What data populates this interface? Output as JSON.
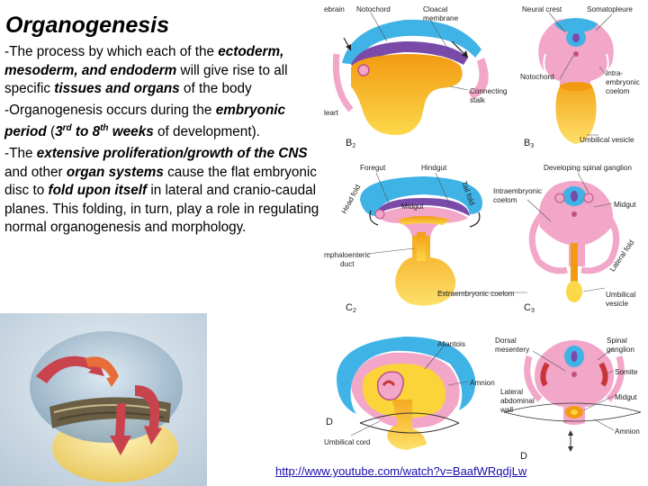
{
  "slide": {
    "title": "Organogenesis",
    "paragraphs": [
      {
        "segments": [
          {
            "t": "-The process by which each of the ",
            "s": ""
          },
          {
            "t": "ectoderm, mesoderm, and endoderm",
            "s": "em"
          },
          {
            "t": " will give rise to all specific ",
            "s": ""
          },
          {
            "t": "tissues and organs",
            "s": "em"
          },
          {
            "t": " of the body",
            "s": ""
          }
        ]
      },
      {
        "segments": [
          {
            "t": "-Organogenesis occurs during the ",
            "s": ""
          },
          {
            "t": "embryonic period",
            "s": "em"
          },
          {
            "t": " (",
            "s": ""
          },
          {
            "t": "3",
            "s": "em"
          },
          {
            "t": "rd",
            "s": "em-sup"
          },
          {
            "t": " to 8",
            "s": "em"
          },
          {
            "t": "th",
            "s": "em-sup"
          },
          {
            "t": " weeks",
            "s": "em"
          },
          {
            "t": " of development).",
            "s": ""
          }
        ]
      },
      {
        "segments": [
          {
            "t": "-The ",
            "s": ""
          },
          {
            "t": "extensive proliferation/growth of the CNS",
            "s": "em"
          },
          {
            "t": " and other ",
            "s": ""
          },
          {
            "t": "organ systems",
            "s": "em"
          },
          {
            "t": " cause the flat embryonic disc to ",
            "s": ""
          },
          {
            "t": "fold upon itself",
            "s": "em"
          },
          {
            "t": " in lateral and cranio-caudal planes. This folding, in turn, play a role in regulating normal organogenesis and morphology.",
            "s": ""
          }
        ]
      }
    ],
    "link": "http://www.youtube.com/watch?v=BaafWRqdjLw"
  },
  "diagram": {
    "panel_b2": "B",
    "panel_b2_sub": "2",
    "panel_b3": "B",
    "panel_b3_sub": "3",
    "panel_c2": "C",
    "panel_c2_sub": "2",
    "panel_c3": "C",
    "panel_c3_sub": "3",
    "panel_d2": "D",
    "panel_d3": "D",
    "labels": {
      "ebrain": "ebrain",
      "notochord_top": "Notochord",
      "cloacal_membrane_1": "Cloacal",
      "cloacal_membrane_2": "membrane",
      "leart": "leart",
      "connecting_stalk_1": "Connecting",
      "connecting_stalk_2": "stalk",
      "neural_crest": "Neural crest",
      "somatopleure": "Somatopleure",
      "notochord_b3": "Notochord",
      "intra_1": "Intra-",
      "intra_2": "embryonic",
      "intra_3": "coelom",
      "umbilical_vesicle_b3": "Umbilical vesicle",
      "foregut": "Foregut",
      "hindgut": "Hindgut",
      "head_fold": "Head fold",
      "tail_fold": "Tail fold",
      "midgut_c2": "Midgut",
      "omphaloenteric_1": "mphaloenteric",
      "omphaloenteric_2": "duct",
      "extraembryonic_coelom": "Extraembryonic coelom",
      "developing_spinal_ganglion": "Developing spinal ganglion",
      "intraembryonic_coelom_c3_1": "Intraembryonic",
      "intraembryonic_coelom_c3_2": "coelom",
      "midgut_c3": "Midgut",
      "lateral_fold": "Lateral fold",
      "umbilical_vesicle_c3_1": "Umbilical",
      "umbilical_vesicle_c3_2": "vesicle",
      "allantois": "Allantois",
      "amnion_d2": "Amnion",
      "umbilical_cord": "Umbilical cord",
      "dorsal_mesentery_1": "Dorsal",
      "dorsal_mesentery_2": "mesentery",
      "spinal_ganglion_1": "Spinal",
      "spinal_ganglion_2": "ganglion",
      "somite": "Somite",
      "lateral_abd_1": "Lateral",
      "lateral_abd_2": "abdominal",
      "lateral_abd_3": "wall",
      "midgut_d3": "Midgut",
      "amnion_d3": "Amnion"
    }
  },
  "colors": {
    "amnion_blue": "#3fb3e6",
    "yolk_orange": "#f2a21b",
    "yolk_yellow": "#fbd43a",
    "ectoderm_pink": "#f2a6c8",
    "neural_purple": "#7a4aa8",
    "arrow_red": "#c9343a",
    "arrow_orange": "#e0622a",
    "link_blue": "#1a0dab"
  }
}
